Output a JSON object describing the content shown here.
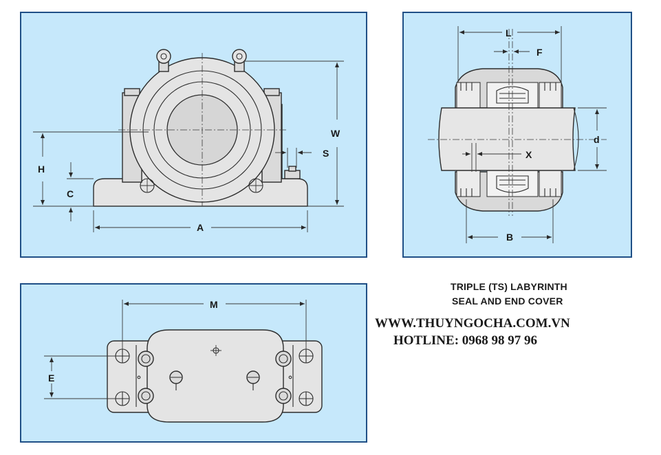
{
  "front_view": {
    "labels": {
      "W": "W",
      "H": "H",
      "C": "C",
      "S": "S",
      "A": "A"
    }
  },
  "section_view": {
    "labels": {
      "L": "L",
      "F": "F",
      "d": "d",
      "X": "X",
      "B": "B"
    }
  },
  "top_view": {
    "labels": {
      "M": "M",
      "E": "E"
    }
  },
  "caption": {
    "line1": "TRIPLE (TS) LABYRINTH",
    "line2": "SEAL AND END COVER"
  },
  "contact": {
    "website": "WWW.THUYNGOCHA.COM.VN",
    "hotline": "HOTLINE: 0968 98 97 96"
  },
  "colors": {
    "panel_bg": "#c6e8fb",
    "panel_border": "#1f4f86",
    "housing": "#e4e4e4"
  }
}
